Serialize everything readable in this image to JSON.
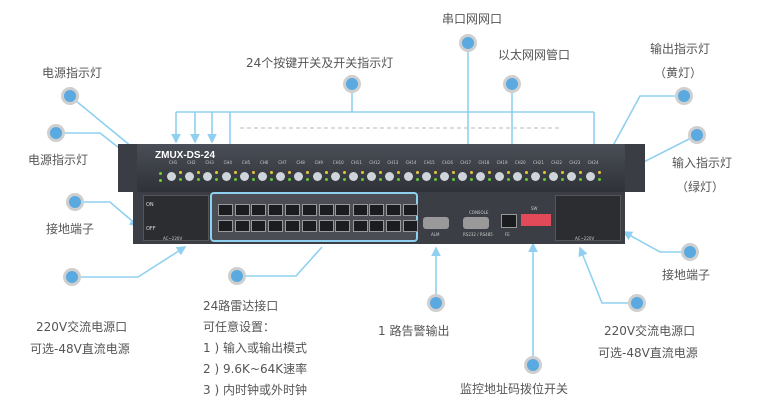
{
  "device": {
    "model": "ZMUX-DS-24",
    "channels": [
      "CH1",
      "CH2",
      "CH3",
      "CH4",
      "CH5",
      "CH6",
      "CH7",
      "CH8",
      "CH9",
      "CH10",
      "CH11",
      "CH12",
      "CH13",
      "CH14",
      "CH15",
      "CH16",
      "CH17",
      "CH18",
      "CH19",
      "CH20",
      "CH21",
      "CH22",
      "CH23",
      "CH24"
    ],
    "rear_labels": {
      "alm": "ALM",
      "console": "CONSOLE",
      "rs232": "RS232 / RS485",
      "fe": "FE",
      "sw": "SW",
      "ac_left": "AC~220V",
      "ac_right": "AC~220V",
      "on": "ON",
      "off": "OFF"
    }
  },
  "callouts": {
    "power_led_1": "电源指示灯",
    "power_led_2": "电源指示灯",
    "ground_left": "接地端子",
    "power_left": [
      "220V交流电源口",
      "可选-48V直流电源"
    ],
    "radar": [
      "24路雷达接口",
      "可任意设置：",
      "1 ) 输入或输出模式",
      "2 ) 9.6K~64K速率",
      "3 ) 内时钟或外时钟"
    ],
    "alarm": "1 路告警输出",
    "dip_switch": "监控地址码拨位开关",
    "power_right": [
      "220V交流电源口",
      "可选-48V直流电源"
    ],
    "ground_right": "接地端子",
    "input_led": [
      "输入指示灯",
      "（绿灯）"
    ],
    "output_led": [
      "输出指示灯",
      "（黄灯）"
    ],
    "ethernet": "以太网网管口",
    "serial": "串口网网口",
    "buttons": "24个按键开关及开关指示灯"
  },
  "colors": {
    "accent": "#5aa9e0",
    "line": "#8fd0f0",
    "panel": "#3b3e44"
  }
}
